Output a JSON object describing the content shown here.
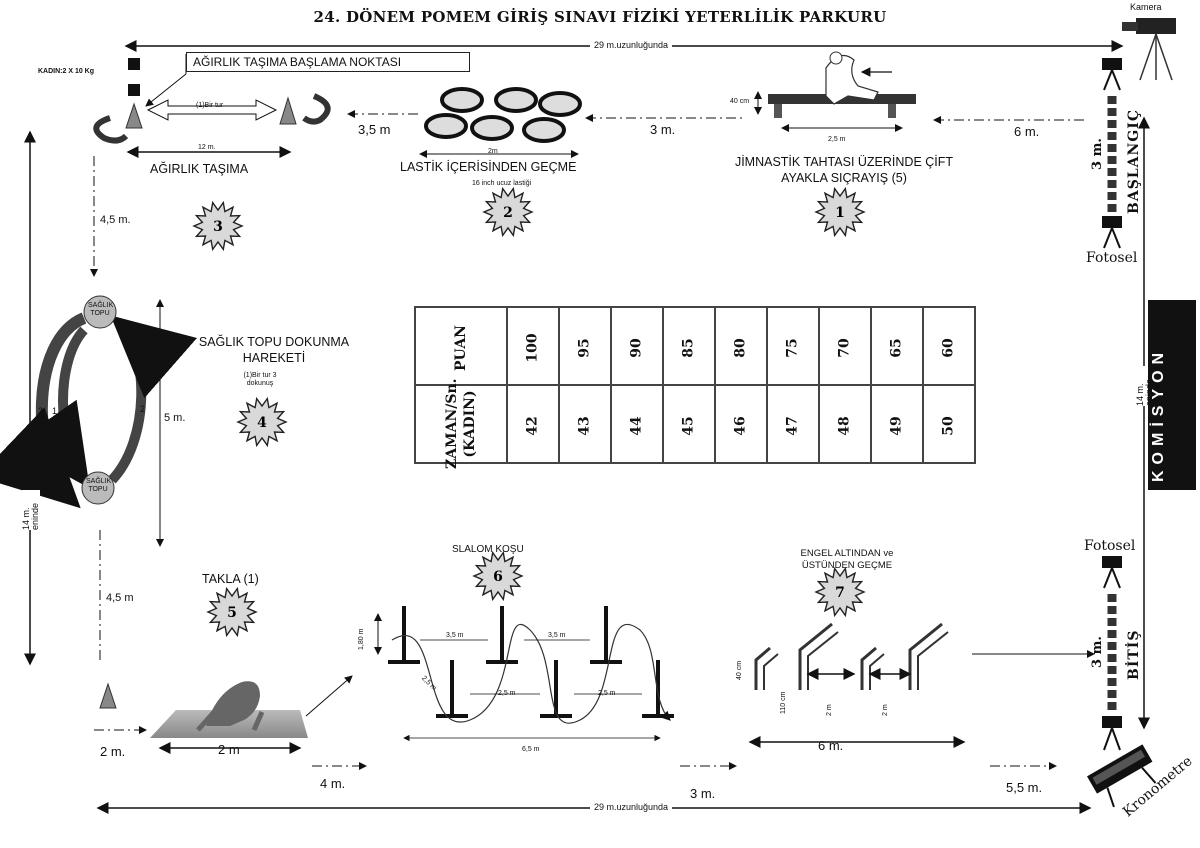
{
  "title": "24. DÖNEM POMEM GİRİŞ SINAVI FİZİKİ YETERLİLİK PARKURU",
  "dimensions": {
    "top_length": "29 m.uzunluğunda",
    "bottom_length": "29 m.uzunluğunda",
    "left_width": "14 m. eninde",
    "right_width": "14 m. eninde",
    "six_m": "6 m.",
    "three_m_a": "3 m.",
    "three_five_m": "3,5 m",
    "four_five_a": "4,5 m.",
    "five_m": "5 m.",
    "four_five_b": "4,5 m",
    "two_m_a": "2 m.",
    "two_m_b": "2 m",
    "four_m": "4 m.",
    "three_m_b": "3 m.",
    "five_five_m": "5,5 m.",
    "six_m_b": "6 m."
  },
  "equipment": {
    "camera": "Kamera",
    "fotosel_top": "Fotosel",
    "fotosel_bottom": "Fotosel",
    "kronometre": "Kronometre",
    "start": "BAŞLANGIÇ",
    "start_len": "3 m.",
    "finish": "BİTİŞ",
    "finish_len": "3 m.",
    "komisyon": "KOMİSYON"
  },
  "stations": {
    "s1": {
      "number": "1",
      "label": "JİMNASTİK TAHTASI ÜZERİNDE ÇİFT AYAKLA SIÇRAYIŞ (5)",
      "height": "40 cm",
      "length": "2,5 m"
    },
    "s2": {
      "number": "2",
      "label": "LASTİK İÇERİSİNDEN GEÇME",
      "note": "16 inch ucuz lastiği",
      "width": "2m"
    },
    "s3": {
      "number": "3",
      "label": "AĞIRLIK TAŞIMA",
      "weight": "KADIN:2 X 10 Kg",
      "start_point": "AĞIRLIK TAŞIMA BAŞLAMA NOKTASI",
      "lap": "(1)Bir tur",
      "length": "12 m."
    },
    "s4": {
      "number": "4",
      "label": "SAĞLIK TOPU DOKUNMA HAREKETİ",
      "note": "(1)Bir tur 3 dokunuş",
      "ball": "SAĞLIK TOPU",
      "n1": "1",
      "n2": "2",
      "n3": "3"
    },
    "s5": {
      "number": "5",
      "label": "TAKLA (1)"
    },
    "s6": {
      "number": "6",
      "label": "SLALOM KOŞU",
      "pole_height": "1,80 m",
      "gap": "3,5 m",
      "diag": "2,5 m",
      "bottom_gap": "2,5 m",
      "total": "6,5 m"
    },
    "s7": {
      "number": "7",
      "label": "ENGEL ALTINDAN ve ÜSTÜNDEN GEÇME",
      "h1": "40 cm",
      "h2": "110 cm",
      "gap": "2 m"
    }
  },
  "score_table": {
    "row1_header": "PUAN",
    "row2_header": "ZAMAN/Sn. (KADIN)",
    "puan": [
      "100",
      "95",
      "90",
      "85",
      "80",
      "75",
      "70",
      "65",
      "60"
    ],
    "zaman": [
      "42",
      "43",
      "44",
      "45",
      "46",
      "47",
      "48",
      "49",
      "50"
    ]
  }
}
